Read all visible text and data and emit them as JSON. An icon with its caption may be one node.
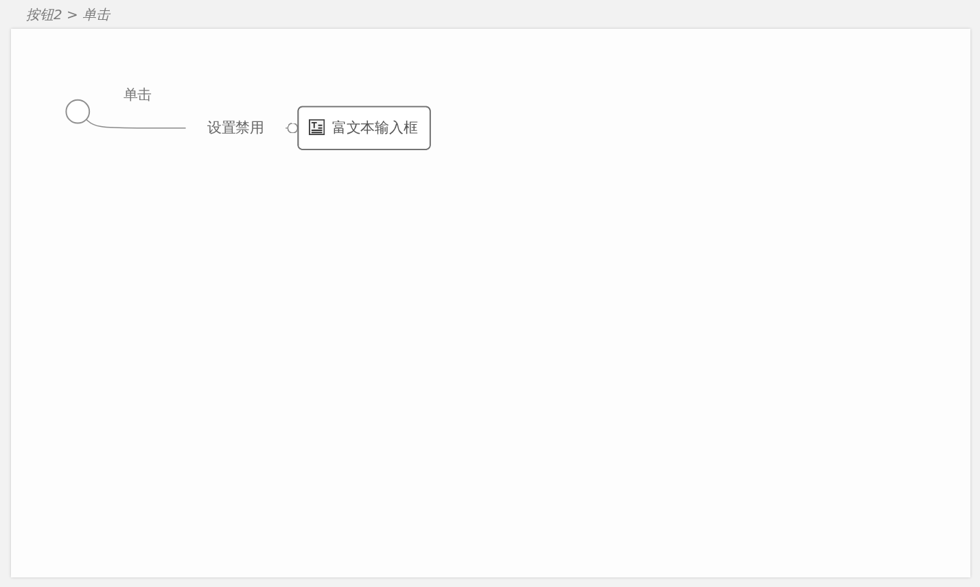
{
  "diagram": {
    "title": "按钮2 > 单击",
    "nodes": [
      {
        "text": [],
        "shape": "circle",
        "beside": [
          "单击"
        ]
      },
      {
        "text": [
          "设置禁用"
        ]
      },
      {
        "text": [
          "富文本输入框"
        ]
      }
    ],
    "edges": [
      {
        "from": 0,
        "to": 1,
        "arrow": "none"
      },
      {
        "from": 1,
        "to": 2,
        "arrow": "other"
      }
    ]
  }
}
